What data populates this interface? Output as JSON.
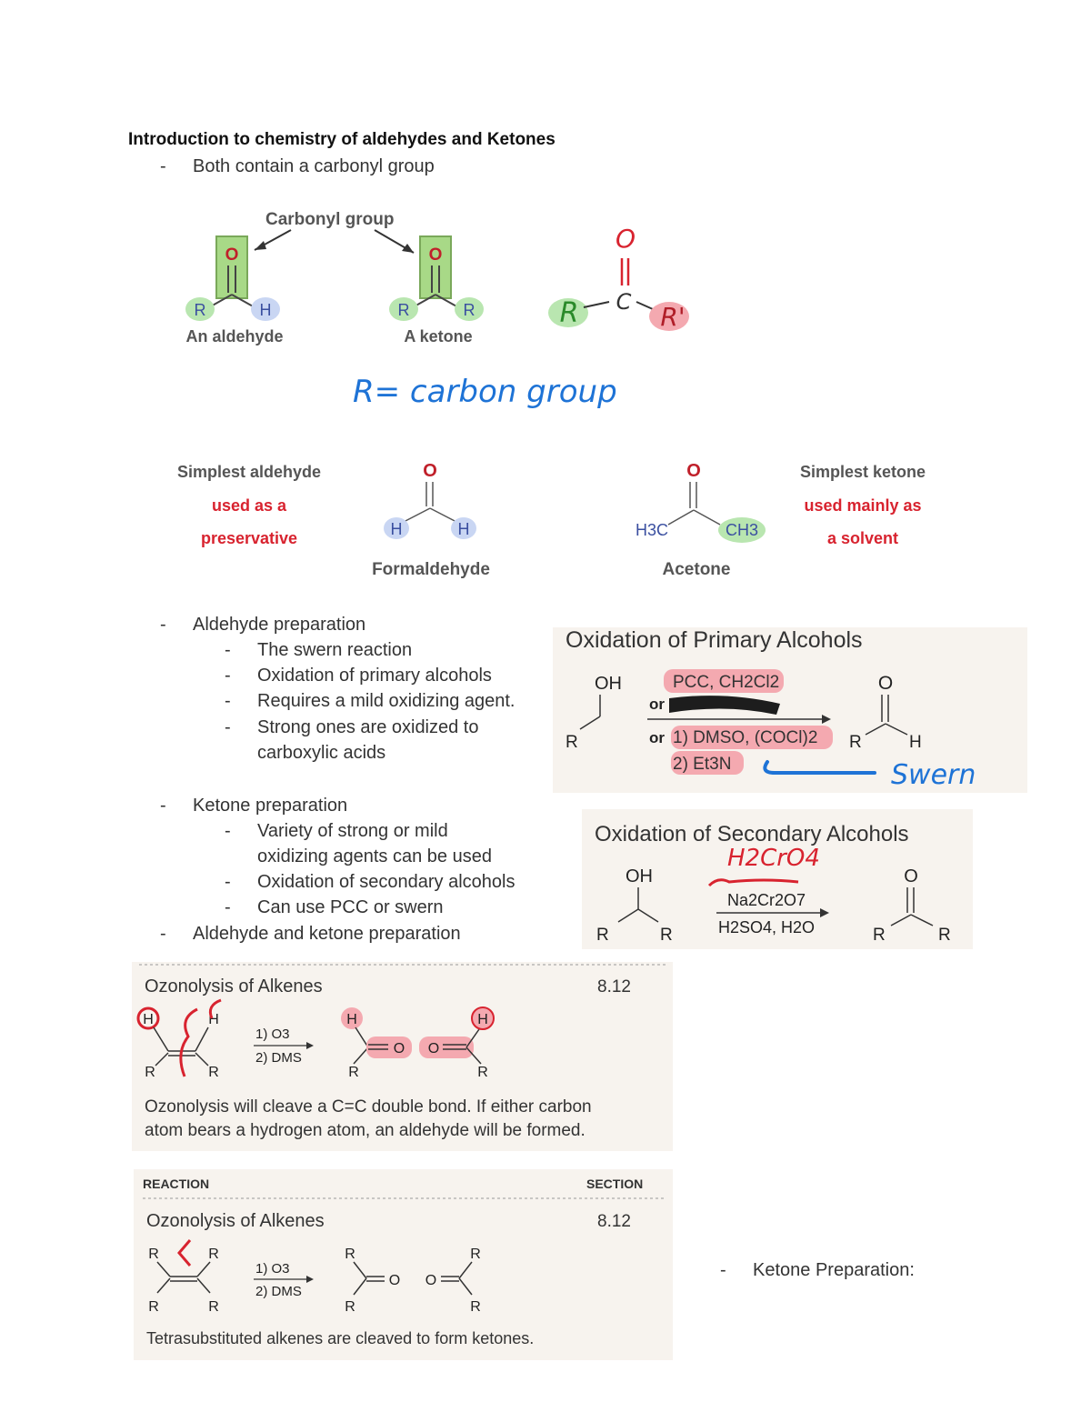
{
  "title": "Introduction to chemistry of aldehydes and Ketones",
  "bullets": {
    "carbonyl": "Both contain a carbonyl group",
    "aldehyde_prep": "Aldehyde preparation",
    "aldehyde_sub": [
      "The swern reaction",
      "Oxidation of primary alcohols",
      "Requires a mild oxidizing agent.",
      "Strong ones are oxidized to",
      "carboxylic acids"
    ],
    "ketone_prep": "Ketone preparation",
    "ketone_sub": [
      "Variety of strong or mild",
      "oxidizing agents can be used",
      "Oxidation of secondary alcohols",
      "Can use PCC or swern"
    ],
    "both_prep": "Aldehyde and ketone preparation",
    "ketone_prep2": "Ketone Preparation:"
  },
  "carbonyl_fig": {
    "label": "Carbonyl group",
    "aldehyde_name": "An aldehyde",
    "ketone_name": "A ketone",
    "O": "O",
    "R": "R",
    "H": "H",
    "hand_structure": {
      "O": "O",
      "R": "R",
      "C": "C",
      "R_prime": "R'"
    },
    "r_def": "R= carbon group"
  },
  "simple_fig": {
    "simplest_aldehyde": "Simplest aldehyde",
    "aldehyde_use_1": "used as a",
    "aldehyde_use_2": "preservative",
    "formaldehyde": "Formaldehyde",
    "acetone": "Acetone",
    "simplest_ketone": "Simplest ketone",
    "ketone_use_1": "used mainly as",
    "ketone_use_2": "a solvent",
    "H3C": "H3C",
    "CH3": "CH3"
  },
  "primary_fig": {
    "title": "Oxidation of Primary Alcohols",
    "OH": "OH",
    "reagent1": "PCC, CH2Cl2",
    "or": "or",
    "reagent3a": "1) DMSO, (COCl)2",
    "reagent3b": "2) Et3N",
    "swern": "Swern"
  },
  "secondary_fig": {
    "title": "Oxidation of Secondary Alcohols",
    "hand_note": "H2CrO4",
    "reagent_top": "Na2Cr2O7",
    "reagent_bottom": "H2SO4, H2O"
  },
  "ozonolysis1": {
    "title": "Ozonolysis of Alkenes",
    "section": "8.12",
    "step1": "1) O3",
    "step2": "2) DMS",
    "caption_1": "Ozonolysis will cleave a C=C double bond. If either carbon",
    "caption_2": "atom bears a hydrogen atom, an aldehyde will be formed."
  },
  "ozonolysis2": {
    "header_reaction": "REACTION",
    "header_section": "SECTION",
    "title": "Ozonolysis of Alkenes",
    "section": "8.12",
    "step1": "1) O3",
    "step2": "2) DMS",
    "caption": "Tetrasubstituted alkenes are cleaved to form ketones."
  },
  "colors": {
    "o_red": "#c0202a",
    "h_blue": "#3a4fa0",
    "highlight_green": "#a8d987",
    "highlight_red": "#f4a9b0",
    "hand_blue": "#1e73d6",
    "textbook_bg": "#f7f3ee"
  }
}
